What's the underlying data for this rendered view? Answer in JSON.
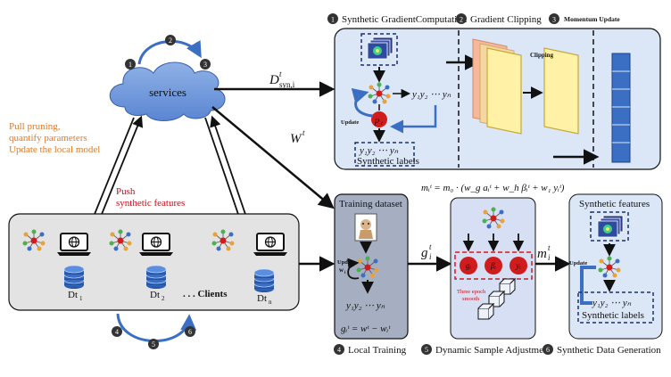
{
  "steps": {
    "s1": {
      "num": "1",
      "label": "Synthetic GradientComputation"
    },
    "s2": {
      "num": "2",
      "label": "Gradient Clipping"
    },
    "s3": {
      "num": "3",
      "label": "Momentum Update"
    },
    "s4": {
      "num": "4",
      "label": "Local Training"
    },
    "s5": {
      "num": "5",
      "label": "Dynamic Sample Adjustment"
    },
    "s6": {
      "num": "6",
      "label": "Synthetic Data Generation"
    }
  },
  "cloud": {
    "label": "services",
    "cycle": [
      "1",
      "2",
      "3"
    ]
  },
  "edges": {
    "d_syn": "D",
    "d_syn_sup": "t",
    "d_syn_sub": "syn,i",
    "w_t": "W",
    "w_t_sup": "t",
    "g_it": "g",
    "g_it_sup": "t",
    "g_it_sub": "i",
    "m_it": "m",
    "m_it_sup": "t",
    "m_it_sub": "i"
  },
  "notes": {
    "pull": [
      "Pull pruning,",
      "quantify parameters",
      "Update the local model"
    ],
    "push": [
      "Push",
      "synthetic features"
    ]
  },
  "clients": {
    "labels": [
      "Dt",
      "Dt",
      "Dt"
    ],
    "subs": [
      "1",
      "2",
      "n"
    ],
    "ellipsis": ". . . Clients",
    "cycle": [
      "4",
      "5",
      "6"
    ]
  },
  "panel_top": {
    "clipping": "Clipping",
    "update": "Update",
    "y_seq": "y₁y₂ ⋯ yₙ",
    "synthetic_labels": "Synthetic labels",
    "p_node": "p",
    "p_sub": "i",
    "p_sup": "t"
  },
  "local_training": {
    "title": "Training dataset",
    "update": "Update",
    "update_w": "w",
    "update_w_sub": "i",
    "y_seq": "y₁y₂ ⋯ yₙ",
    "formula": "gᵢᵗ = wᵗ − wᵢᵗ"
  },
  "momentum_formula": "mᵢᵗ = m₀ · (w_g aᵢᵗ + w_h βᵢᵗ + w₁ yᵢᵗ)",
  "dynamic": {
    "nodes": [
      "gᵢ",
      "βᵢ",
      "yᵢ"
    ],
    "node_sup": "t",
    "epoch_note": [
      "Three epoch",
      "smooth"
    ]
  },
  "synthetic_gen": {
    "title": "Synthetic features",
    "update": "Update",
    "y_seq": "y₁y₂ ⋯ yₙ",
    "synthetic_labels": "Synthetic labels"
  },
  "colors": {
    "panel_blue": "#dbe6f7",
    "panel_gray": "#e3e3e3",
    "panel_dark": "#a6afc2",
    "accent_blue": "#3a6fc4",
    "red_node": "#d01c1c",
    "orange": "#e07b2a",
    "dark_red": "#c0111a"
  }
}
